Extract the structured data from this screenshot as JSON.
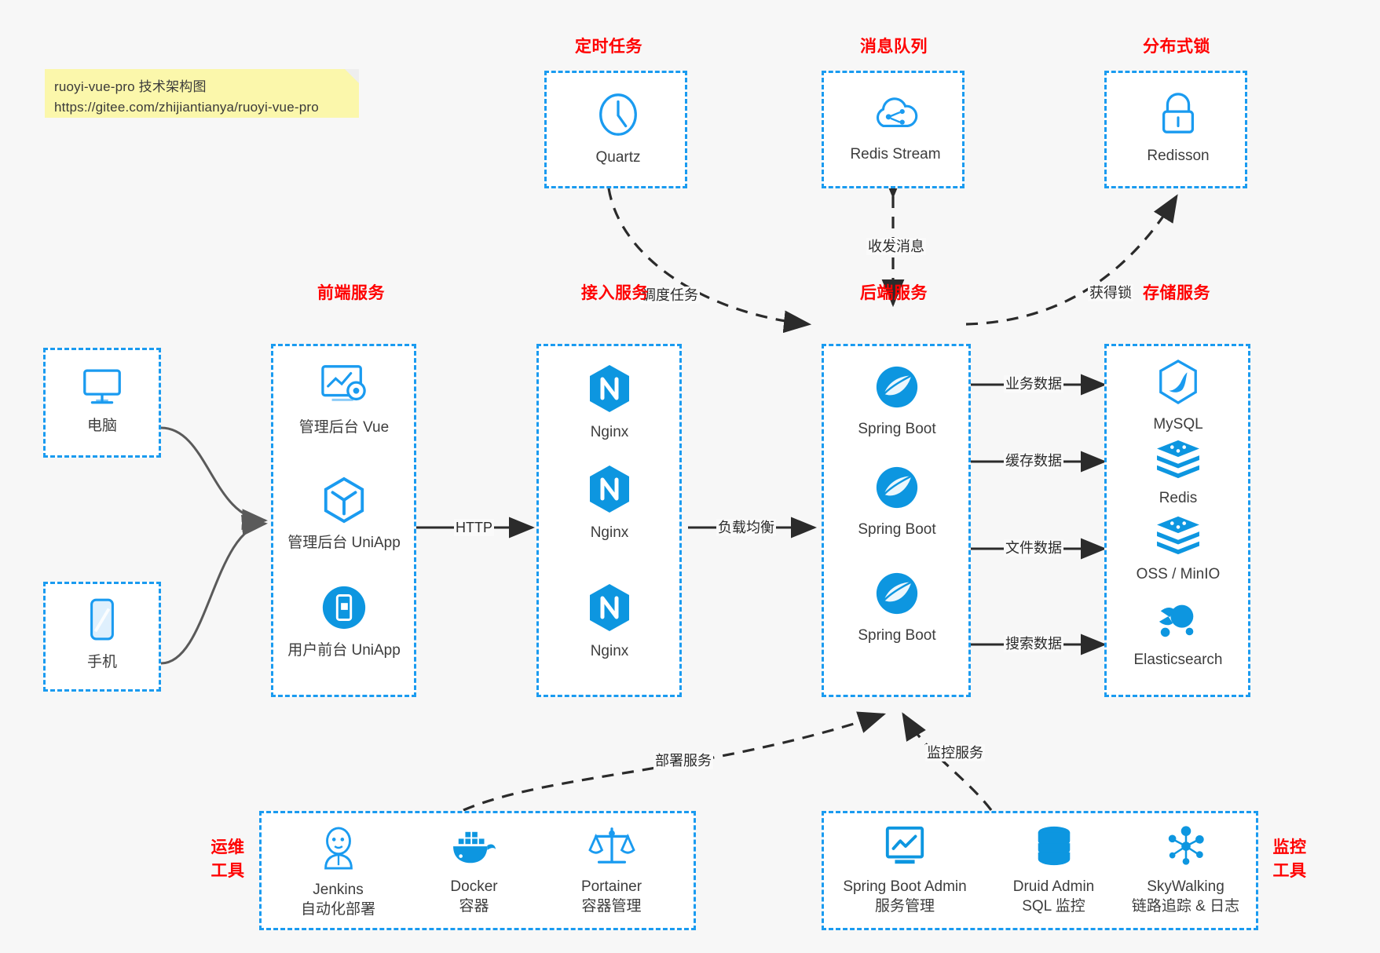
{
  "note": {
    "line1": "ruoyi-vue-pro 技术架构图",
    "line2": "https://gitee.com/zhijiantianya/ruoyi-vue-pro"
  },
  "colors": {
    "accent_blue": "#1a9bf0",
    "icon_blue": "#0d96e0",
    "title_red": "#ff0000",
    "note_yellow": "#fbf7ab",
    "background": "#f7f7f7",
    "arrow_black": "#2b2b2b"
  },
  "groups": {
    "scheduled_task": {
      "title": "定时任务"
    },
    "message_queue": {
      "title": "消息队列"
    },
    "distributed_lock": {
      "title": "分布式锁"
    },
    "frontend": {
      "title": "前端服务"
    },
    "gateway": {
      "title": "接入服务"
    },
    "backend": {
      "title": "后端服务"
    },
    "storage": {
      "title": "存储服务"
    },
    "devops": {
      "title": "运维\n工具",
      "line1": "运维",
      "line2": "工具"
    },
    "monitor": {
      "title": "监控\n工具",
      "line1": "监控",
      "line2": "工具"
    }
  },
  "clients": [
    {
      "label": "电脑",
      "icon": "desktop-computer-icon"
    },
    {
      "label": "手机",
      "icon": "mobile-phone-icon"
    }
  ],
  "scheduled_task_nodes": [
    {
      "label": "Quartz",
      "icon": "clock-icon"
    }
  ],
  "message_queue_nodes": [
    {
      "label": "Redis Stream",
      "icon": "cloud-stream-icon"
    }
  ],
  "distributed_lock_nodes": [
    {
      "label": "Redisson",
      "icon": "padlock-icon"
    }
  ],
  "frontend_nodes": [
    {
      "label": "管理后台 Vue",
      "icon": "dashboard-gear-icon"
    },
    {
      "label": "管理后台 UniApp",
      "icon": "hexagon-cube-icon"
    },
    {
      "label": "用户前台 UniApp",
      "icon": "mobile-app-circle-icon"
    }
  ],
  "gateway_nodes": [
    {
      "label": "Nginx",
      "icon": "nginx-icon"
    },
    {
      "label": "Nginx",
      "icon": "nginx-icon"
    },
    {
      "label": "Nginx",
      "icon": "nginx-icon"
    }
  ],
  "backend_nodes": [
    {
      "label": "Spring Boot",
      "icon": "spring-boot-leaf-icon"
    },
    {
      "label": "Spring Boot",
      "icon": "spring-boot-leaf-icon"
    },
    {
      "label": "Spring Boot",
      "icon": "spring-boot-leaf-icon"
    }
  ],
  "storage_nodes": [
    {
      "label": "MySQL",
      "icon": "mysql-dolphin-icon"
    },
    {
      "label": "Redis",
      "icon": "redis-stack-icon"
    },
    {
      "label": "OSS / MinIO",
      "icon": "object-storage-icon"
    },
    {
      "label": "Elasticsearch",
      "icon": "elasticsearch-icon"
    }
  ],
  "devops_nodes": [
    {
      "label": "Jenkins",
      "sub": "自动化部署",
      "icon": "jenkins-butler-icon"
    },
    {
      "label": "Docker",
      "sub": "容器",
      "icon": "docker-whale-icon"
    },
    {
      "label": "Portainer",
      "sub": "容器管理",
      "icon": "portainer-scales-icon"
    }
  ],
  "monitor_nodes": [
    {
      "label": "Spring Boot Admin",
      "sub": "服务管理",
      "icon": "monitor-chart-icon"
    },
    {
      "label": "Druid Admin",
      "sub": "SQL 监控",
      "icon": "database-cylinder-icon"
    },
    {
      "label": "SkyWalking",
      "sub": "链路追踪 & 日志",
      "icon": "skywalking-node-icon"
    }
  ],
  "edges": [
    {
      "id": "http",
      "label": "HTTP"
    },
    {
      "id": "load-balance",
      "label": "负载均衡"
    },
    {
      "id": "schedule-task",
      "label": "调度任务"
    },
    {
      "id": "send-receive-message",
      "label": "收发消息"
    },
    {
      "id": "acquire-lock",
      "label": "获得锁"
    },
    {
      "id": "business-data",
      "label": "业务数据"
    },
    {
      "id": "cache-data",
      "label": "缓存数据"
    },
    {
      "id": "file-data",
      "label": "文件数据"
    },
    {
      "id": "search-data",
      "label": "搜索数据"
    },
    {
      "id": "deploy-service",
      "label": "部署服务"
    },
    {
      "id": "monitor-service",
      "label": "监控服务"
    }
  ]
}
